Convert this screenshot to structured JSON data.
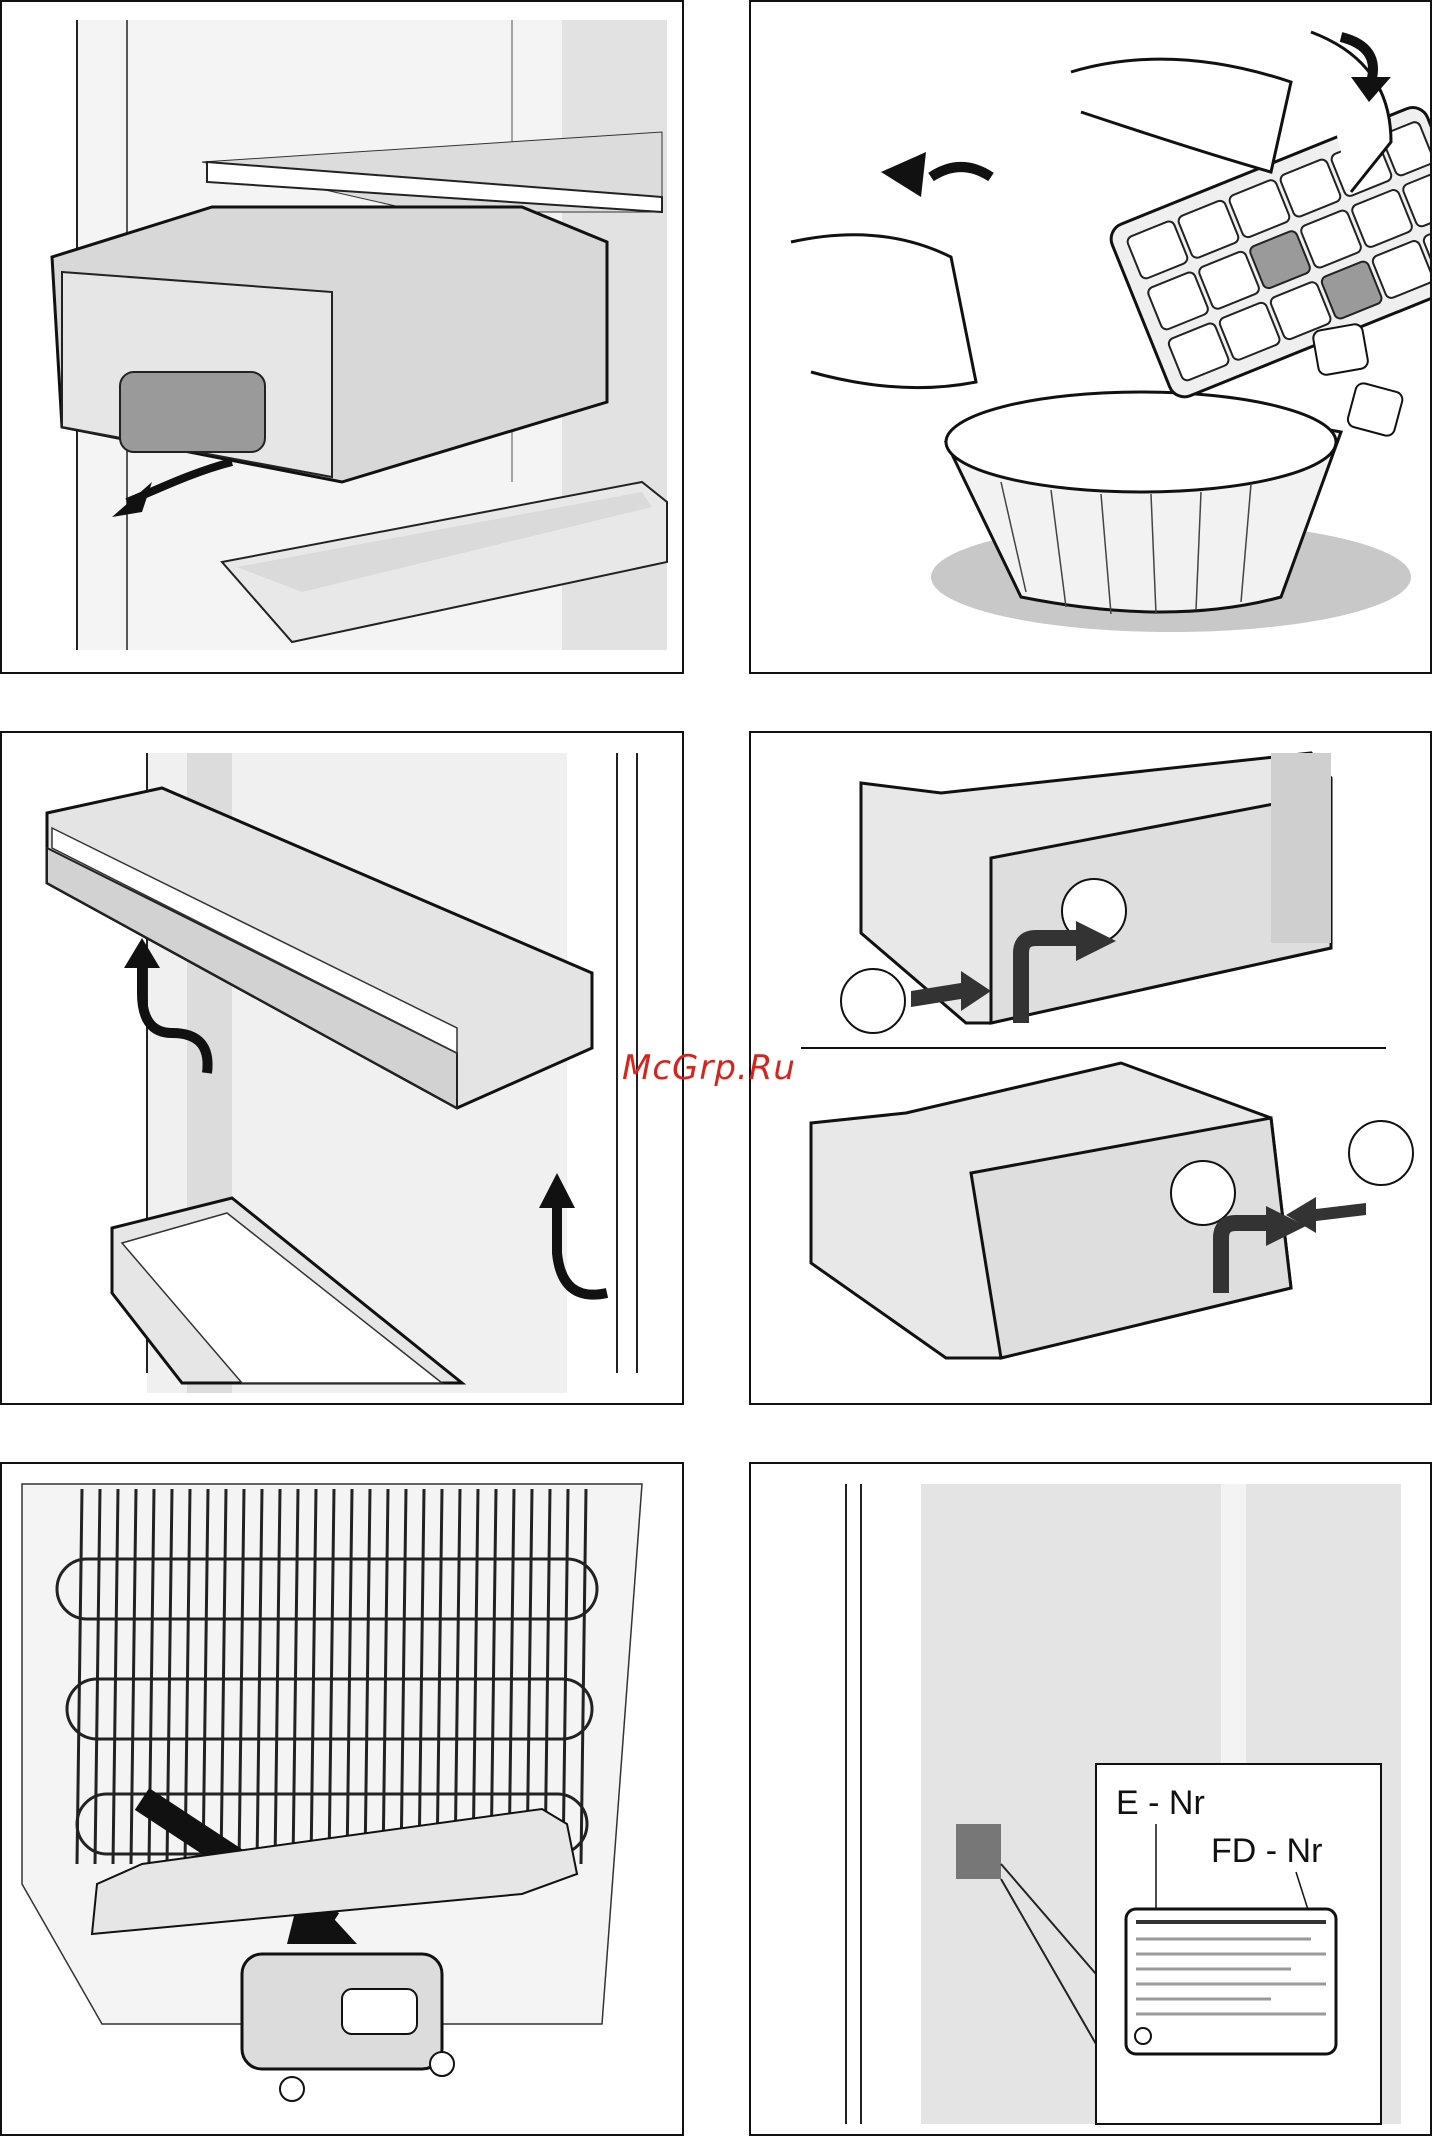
{
  "watermark": "McGrp.Ru",
  "panels": {
    "drawer_removal": {
      "illustration": "crisper-drawer-removal"
    },
    "ice_tray": {
      "illustration": "ice-cube-tray-twist"
    },
    "door_shelves": {
      "illustration": "door-shelf-lift-out"
    },
    "freezer_drawer": {
      "illustration": "freezer-drawer-disassembly"
    },
    "condenser": {
      "illustration": "rear-condenser-coils"
    },
    "rating_plate": {
      "illustration": "rating-plate-location",
      "e_nr_label": "E - Nr",
      "fd_nr_label": "FD - Nr"
    }
  },
  "icons": [
    "curved-arrow-icon",
    "straight-arrow-icon",
    "callout-circle-icon"
  ]
}
